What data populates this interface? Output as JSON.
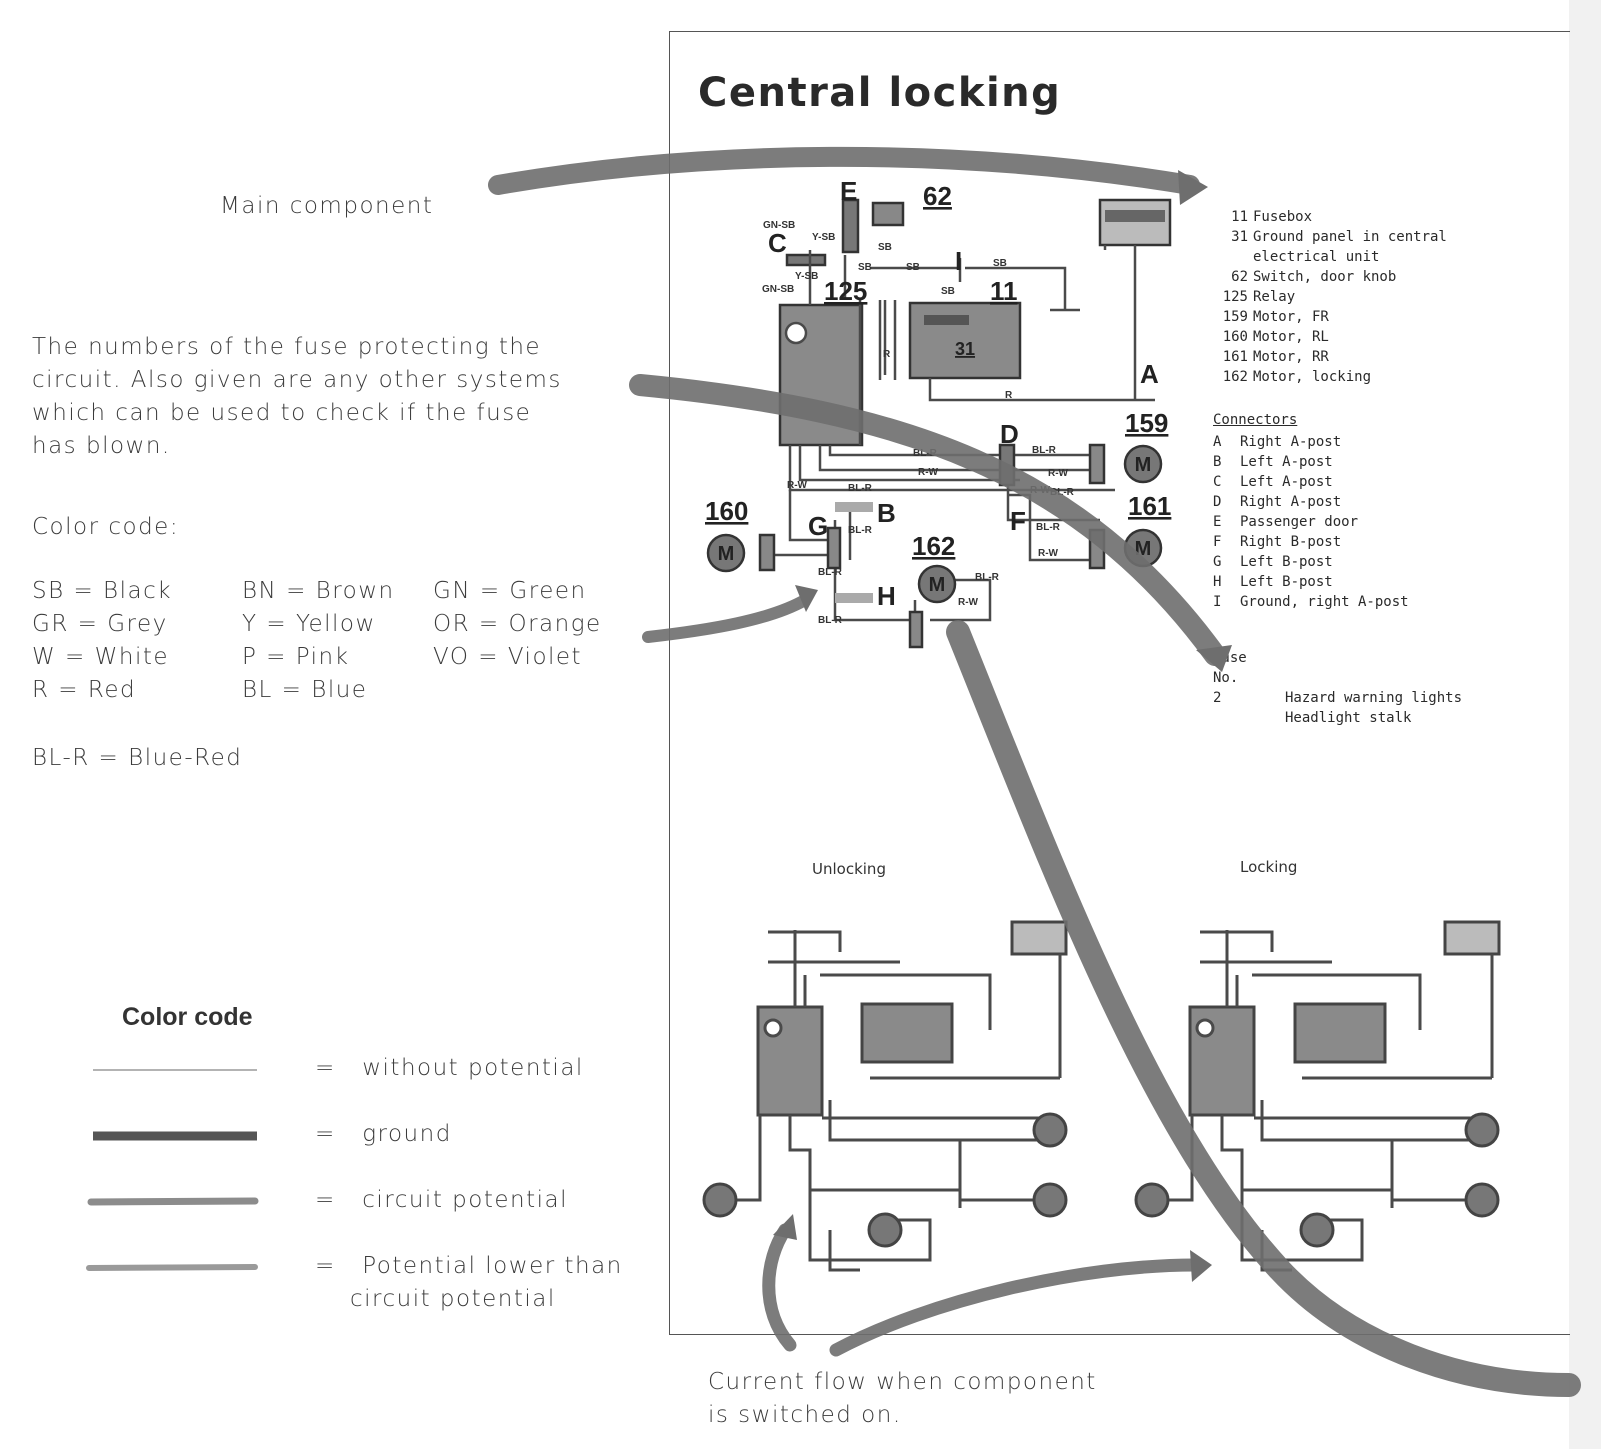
{
  "title": "Central locking",
  "annotations": {
    "main_component": "Main component",
    "fuse_note": [
      "The numbers of the fuse protecting the",
      "circuit. Also given are any other systems",
      "which can be used to check if the fuse",
      "has blown."
    ],
    "color_code_heading": "Color code:",
    "color_codes": [
      [
        "SB = Black",
        "BN = Brown",
        "GN = Green"
      ],
      [
        "GR = Grey",
        "Y = Yellow",
        "OR = Orange"
      ],
      [
        "W = White",
        "P = Pink",
        "VO = Violet"
      ],
      [
        "R = Red",
        "BL = Blue",
        ""
      ]
    ],
    "combined_example": "BL-R = Blue-Red",
    "current_flow": [
      "Current flow when component",
      "is switched on."
    ]
  },
  "legend": {
    "heading": "Color code",
    "items": [
      {
        "label": "without potential",
        "color": "#9a9a9a"
      },
      {
        "label": "ground",
        "color": "#555555"
      },
      {
        "label": "circuit potential",
        "color": "#8c8c8c"
      },
      {
        "label": [
          "Potential lower than",
          "circuit potential"
        ],
        "color": "#9a9a9a"
      }
    ],
    "eq": "="
  },
  "components": [
    {
      "num": "11",
      "desc": "Fusebox"
    },
    {
      "num": "31",
      "desc": "Ground panel in central"
    },
    {
      "num": "",
      "desc": "electrical unit"
    },
    {
      "num": "62",
      "desc": "Switch, door knob"
    },
    {
      "num": "125",
      "desc": "Relay"
    },
    {
      "num": "159",
      "desc": "Motor, FR"
    },
    {
      "num": "160",
      "desc": "Motor, RL"
    },
    {
      "num": "161",
      "desc": "Motor, RR"
    },
    {
      "num": "162",
      "desc": "Motor, locking"
    }
  ],
  "connectors_heading": "Connectors",
  "connectors": [
    {
      "id": "A",
      "desc": "Right A-post"
    },
    {
      "id": "B",
      "desc": "Left A-post"
    },
    {
      "id": "C",
      "desc": "Left A-post"
    },
    {
      "id": "D",
      "desc": "Right A-post"
    },
    {
      "id": "E",
      "desc": "Passenger door"
    },
    {
      "id": "F",
      "desc": "Right B-post"
    },
    {
      "id": "G",
      "desc": "Left B-post"
    },
    {
      "id": "H",
      "desc": "Left B-post"
    },
    {
      "id": "I",
      "desc": "Ground, right A-post"
    }
  ],
  "fuse": {
    "heading": [
      "Fuse",
      "No."
    ],
    "number": "2",
    "systems": [
      "Hazard warning lights",
      "Headlight stalk"
    ]
  },
  "diagram_labels": {
    "unlocking": "Unlocking",
    "locking": "Locking",
    "component_numbers": [
      "62",
      "125",
      "11",
      "31",
      "159",
      "160",
      "161",
      "162"
    ],
    "connector_letters": [
      "E",
      "C",
      "I",
      "A",
      "D",
      "B",
      "G",
      "F",
      "H"
    ],
    "wire_codes": [
      "GN-SB",
      "Y-SB",
      "SB",
      "SB",
      "SB",
      "SB",
      "GN-SB",
      "Y-SB",
      "SB",
      "R",
      "R",
      "BL-R",
      "BL-R",
      "R-W",
      "R-W",
      "R-W",
      "BL-R",
      "BL-R",
      "BL-R",
      "R-W",
      "BL-R",
      "R-W",
      "BL-R",
      "BL-R",
      "R-W",
      "BL-R"
    ],
    "motor_symbol": "M"
  }
}
